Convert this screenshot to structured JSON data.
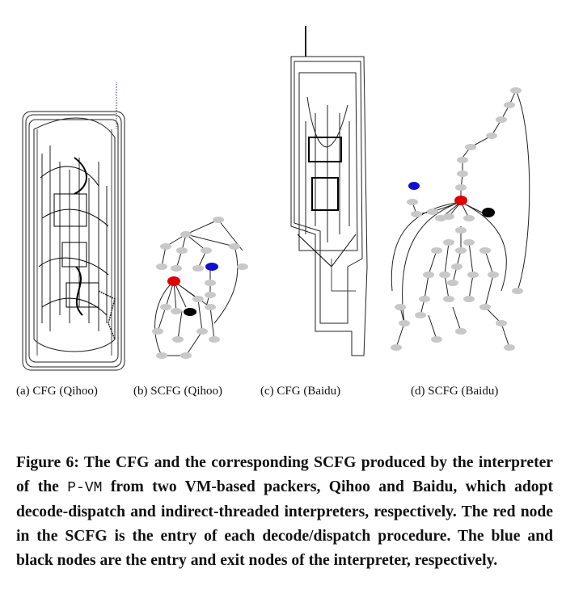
{
  "figure": {
    "subfigures": [
      {
        "id": "a",
        "caption": "(a)  CFG (Qihoo)"
      },
      {
        "id": "b",
        "caption": "(b)  SCFG (Qihoo)"
      },
      {
        "id": "c",
        "caption": "(c)  CFG (Baidu)"
      },
      {
        "id": "d",
        "caption": "(d)  SCFG (Baidu)"
      }
    ],
    "caption": {
      "label": "Figure 6:",
      "text_before": "The CFG and the corresponding SCFG produced by the interpreter of the",
      "code": "P-VM",
      "text_after": "from two VM-based packers, Qihoo and Baidu, which adopt decode-dispatch and indirect-threaded interpreters, respectively. The red node in the SCFG is the entry of each decode/dispatch procedure. The blue and black nodes are the entry and exit nodes of the interpreter, respectively."
    },
    "node_colors": {
      "entry_dispatch": "#e00000",
      "interpreter_entry": "#1010d0",
      "interpreter_exit": "#000000",
      "other": "#c8c8c8"
    }
  }
}
